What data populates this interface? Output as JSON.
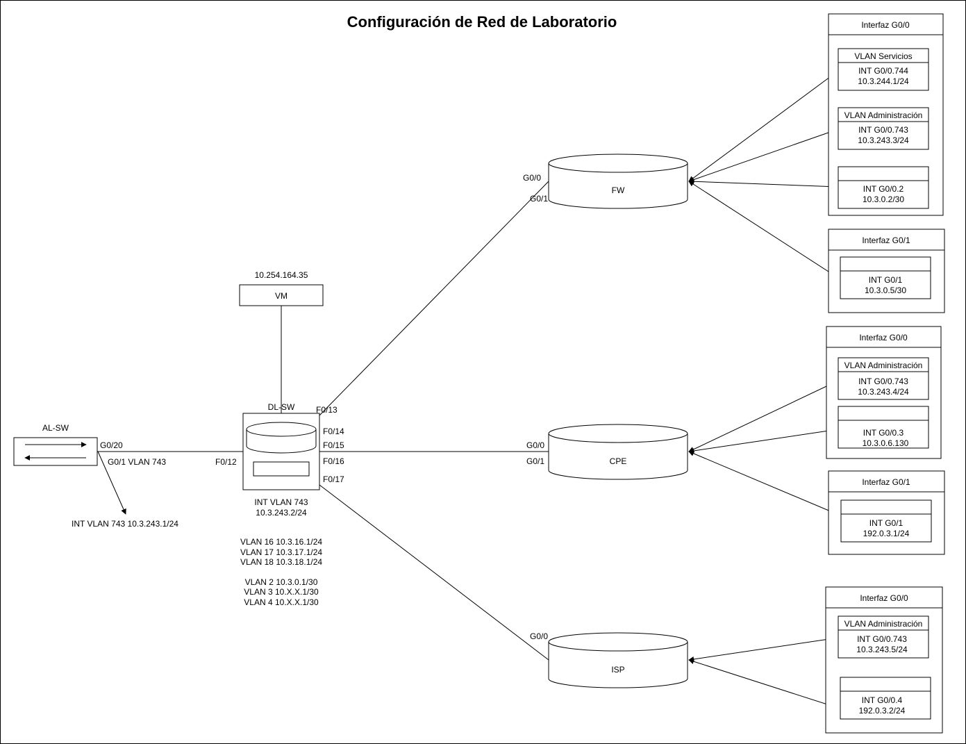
{
  "title": "Configuración de Red de Laboratorio",
  "devices": {
    "al_sw": {
      "label": "AL-SW",
      "port_g0_20": "G0/20",
      "port_g0_1": "G0/1 VLAN 743",
      "int_vlan": "INT VLAN 743 10.3.243.1/24"
    },
    "vm": {
      "label": "VM",
      "ip": "10.254.164.35"
    },
    "dl_sw": {
      "label": "DL-SW",
      "ports": {
        "f0_12": "F0/12",
        "f0_13": "F0/13",
        "f0_14": "F0/14",
        "f0_15": "F0/15",
        "f0_16": "F0/16",
        "f0_17": "F0/17"
      },
      "int_vlan": [
        "INT VLAN 743",
        "10.3.243.2/24"
      ],
      "vlans_a": [
        "VLAN 16 10.3.16.1/24",
        "VLAN 17 10.3.17.1/24",
        "VLAN 18 10.3.18.1/24"
      ],
      "vlans_b": [
        "VLAN 2 10.3.0.1/30",
        "VLAN 3 10.X.X.1/30",
        "VLAN 4 10.X.X.1/30"
      ]
    },
    "fw": {
      "label": "FW",
      "port_g0_0": "G0/0",
      "port_g0_1": "G0/1"
    },
    "cpe": {
      "label": "CPE",
      "port_g0_0": "G0/0",
      "port_g0_1": "G0/1"
    },
    "isp": {
      "label": "ISP",
      "port_g0_0": "G0/0"
    }
  },
  "panels": {
    "fw_g0_0": {
      "title": "Interfaz G0/0",
      "entries": [
        {
          "header": "VLAN Servicios",
          "lines": [
            "INT G0/0.744",
            "10.3.244.1/24"
          ]
        },
        {
          "header": "VLAN Administración",
          "lines": [
            "INT G0/0.743",
            "10.3.243.3/24"
          ]
        },
        {
          "header": "",
          "lines": [
            "INT G0/0.2",
            "10.3.0.2/30"
          ]
        }
      ]
    },
    "fw_g0_1": {
      "title": "Interfaz G0/1",
      "entries": [
        {
          "header": "",
          "lines": [
            "INT G0/1",
            "10.3.0.5/30"
          ]
        }
      ]
    },
    "cpe_g0_0": {
      "title": "Interfaz G0/0",
      "entries": [
        {
          "header": "VLAN Administración",
          "lines": [
            "INT G0/0.743",
            "10.3.243.4/24"
          ]
        },
        {
          "header": "",
          "lines": [
            "INT G0/0.3",
            "10.3.0.6.130"
          ]
        }
      ]
    },
    "cpe_g0_1": {
      "title": "Interfaz G0/1",
      "entries": [
        {
          "header": "",
          "lines": [
            "INT G0/1",
            "192.0.3.1/24"
          ]
        }
      ]
    },
    "isp_g0_0": {
      "title": "Interfaz G0/0",
      "entries": [
        {
          "header": "VLAN Administración",
          "lines": [
            "INT G0/0.743",
            "10.3.243.5/24"
          ]
        },
        {
          "header": "",
          "lines": [
            "INT G0/0.4",
            "192.0.3.2/24"
          ]
        }
      ]
    }
  }
}
